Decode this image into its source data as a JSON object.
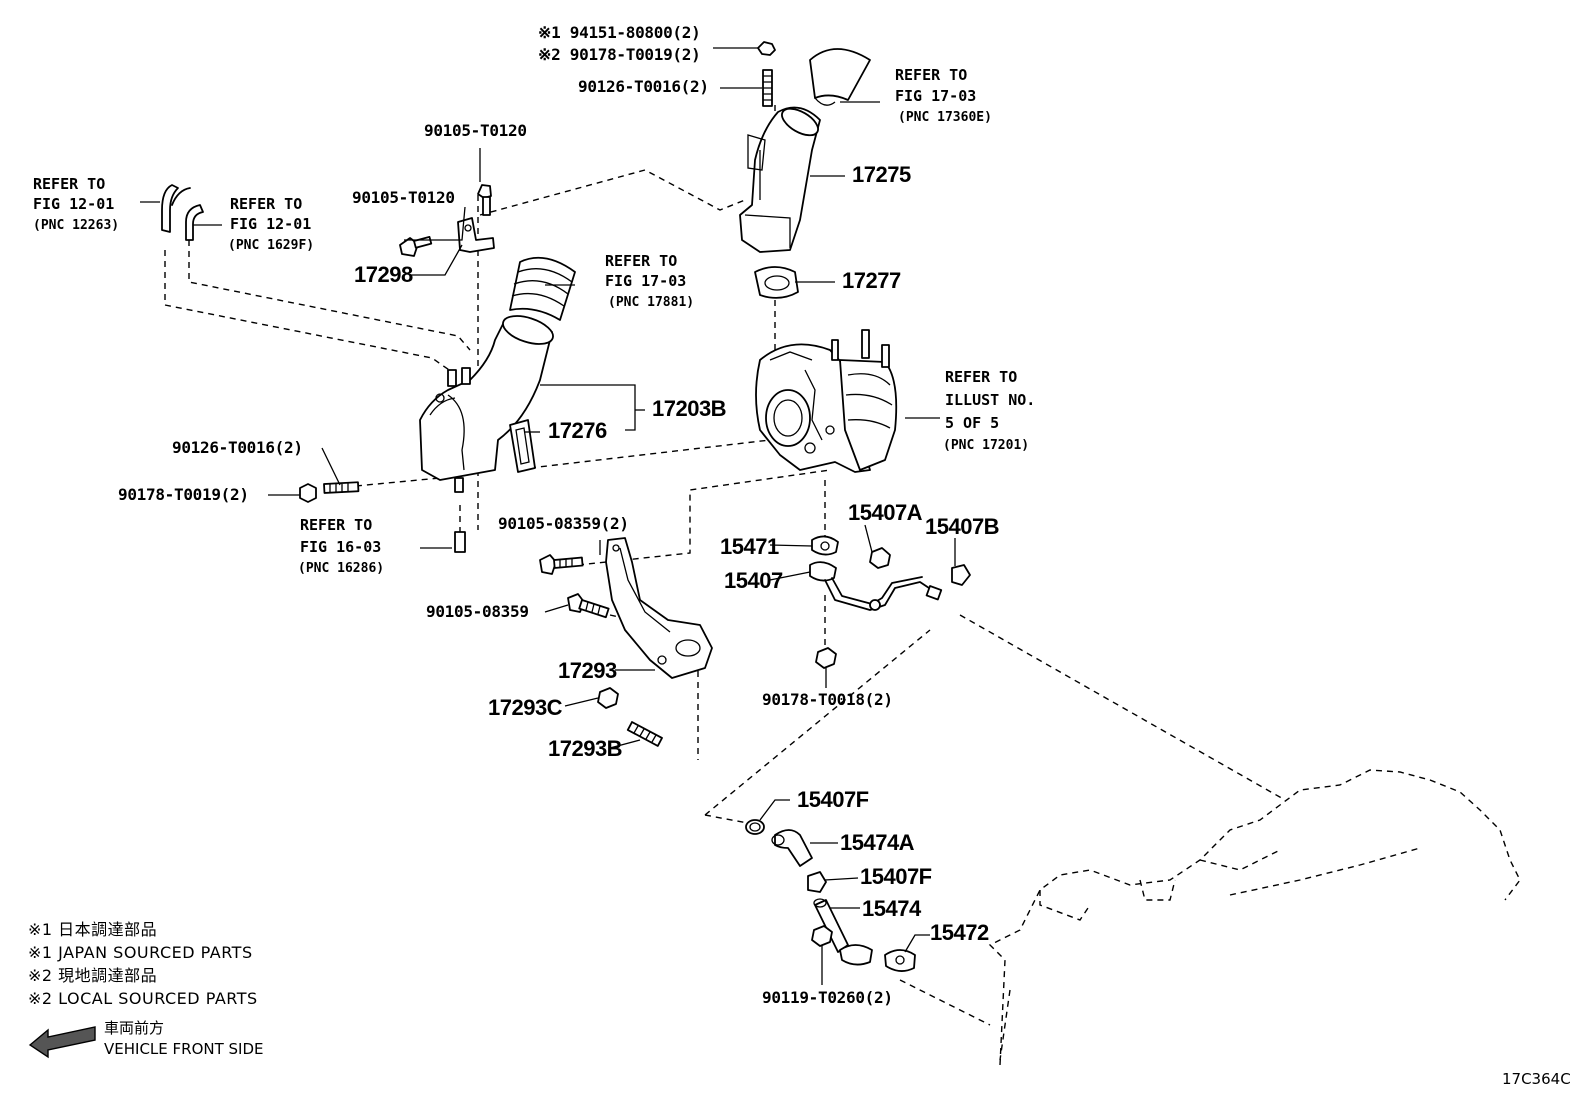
{
  "illustration_code": "17C364C",
  "parts": {
    "n94151": "※1 94151-80800(2)",
    "n90178_top": "※2 90178-T0019(2)",
    "n90126_top": "90126-T0016(2)",
    "n90105_a": "90105-T0120",
    "n90105_b": "90105-T0120",
    "n17298": "17298",
    "n17275": "17275",
    "n17277": "17277",
    "n17203B": "17203B",
    "n17276": "17276",
    "n90126_left": "90126-T0016(2)",
    "n90178_left": "90178-T0019(2)",
    "n90105_08359_2": "90105-08359(2)",
    "n90105_08359": "90105-08359",
    "n17293": "17293",
    "n17293C": "17293C",
    "n17293B": "17293B",
    "n15471": "15471",
    "n15407": "15407",
    "n15407A": "15407A",
    "n15407B": "15407B",
    "n90178_T0018": "90178-T0018(2)",
    "n15407F_a": "15407F",
    "n15474A": "15474A",
    "n15407F_b": "15407F",
    "n15474": "15474",
    "n15472": "15472",
    "n90119": "90119-T0260(2)"
  },
  "refs": {
    "r1": {
      "line1": "REFER TO",
      "line2": "FIG 12-01",
      "pnc": "(PNC 12263)"
    },
    "r2": {
      "line1": "REFER TO",
      "line2": "FIG 12-01",
      "pnc": "(PNC 1629F)"
    },
    "r3": {
      "line1": "REFER TO",
      "line2": "FIG 17-03",
      "pnc": "(PNC 17881)"
    },
    "r4": {
      "line1": "REFER TO",
      "line2": "FIG 17-03",
      "pnc": "(PNC 17360E)"
    },
    "r5": {
      "line1": "REFER TO",
      "line2": "FIG 16-03",
      "pnc": "(PNC 16286)"
    },
    "r6": {
      "line1": "REFER TO",
      "line2": "ILLUST NO.",
      "line3": "5 OF 5",
      "pnc": "(PNC 17201)"
    }
  },
  "legend": {
    "l1": "※1 日本調達部品",
    "l2": "※1 JAPAN SOURCED PARTS",
    "l3": "※2 現地調達部品",
    "l4": "※2 LOCAL SOURCED PARTS"
  },
  "direction": {
    "jp": "車両前方",
    "en": "VEHICLE FRONT SIDE"
  }
}
